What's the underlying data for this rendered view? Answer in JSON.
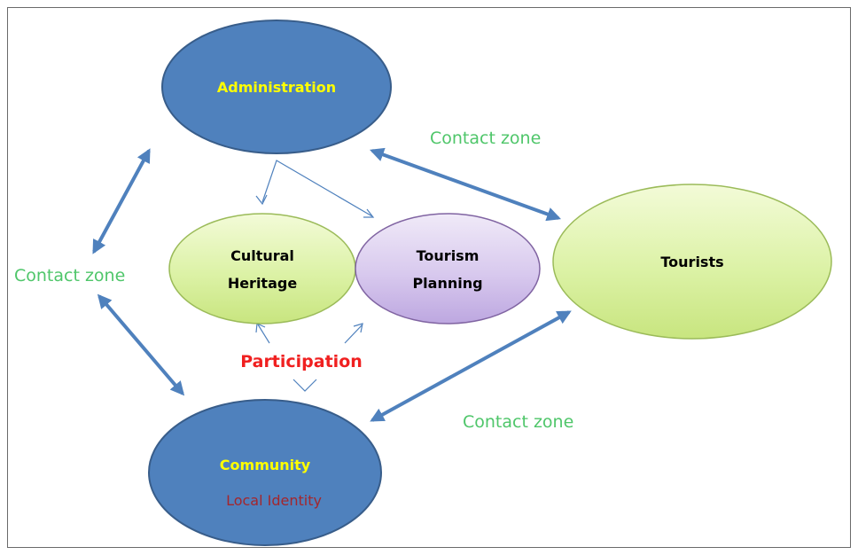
{
  "nodes": {
    "administration": {
      "label": "Administration"
    },
    "community": {
      "label": "Community",
      "sublabel": "Local Identity"
    },
    "cultural_heritage": {
      "line1": "Cultural",
      "line2": "Heritage"
    },
    "tourism_planning": {
      "line1": "Tourism",
      "line2": "Planning"
    },
    "tourists": {
      "label": "Tourists"
    }
  },
  "labels": {
    "contact_zone_top": "Contact zone",
    "contact_zone_left": "Contact zone",
    "contact_zone_bottom": "Contact zone",
    "participation": "Participation"
  },
  "colors": {
    "blue_node": "#4f81bd",
    "green_node": "#d9f0a3",
    "purple_node": "#d5c6ea",
    "arrow": "#4f81bd",
    "yellow_text": "#ffff00",
    "contact_text": "#4fc66a",
    "participation_text": "#f02020",
    "identity_text": "#a4262c"
  }
}
